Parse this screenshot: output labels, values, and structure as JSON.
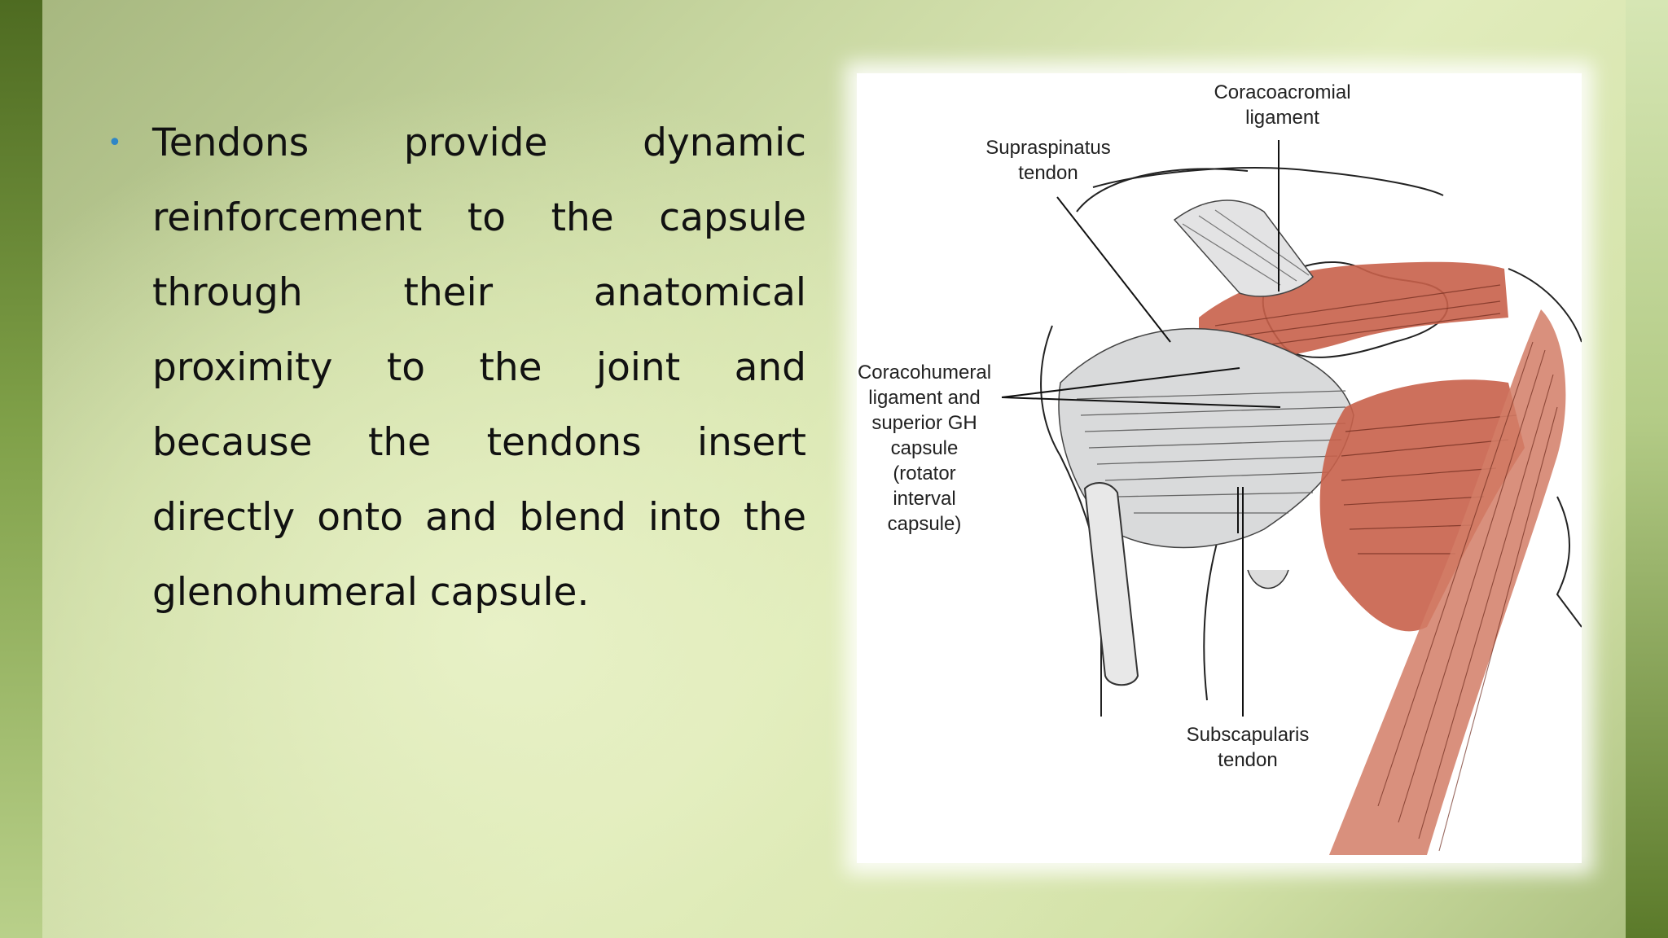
{
  "slide": {
    "bullet_text": "Tendons provide dynamic reinforcement to the capsule through their anatomical proximity to the joint and because the tendons insert directly onto and blend into the glenohumeral capsule."
  },
  "figure": {
    "labels": {
      "coracoacromial": "Coracoacromial\nligament",
      "supraspinatus": "Supraspinatus\ntendon",
      "coracohumeral": "Coracohumeral\nligament and\nsuperior GH\ncapsule\n(rotator\ninterval\ncapsule)",
      "subscapularis": "Subscapularis\ntendon"
    }
  },
  "colors": {
    "accent_bullet": "#2f86c6",
    "muscle_red": "#c8604a",
    "frame_dark_green": "#4e6b21"
  }
}
